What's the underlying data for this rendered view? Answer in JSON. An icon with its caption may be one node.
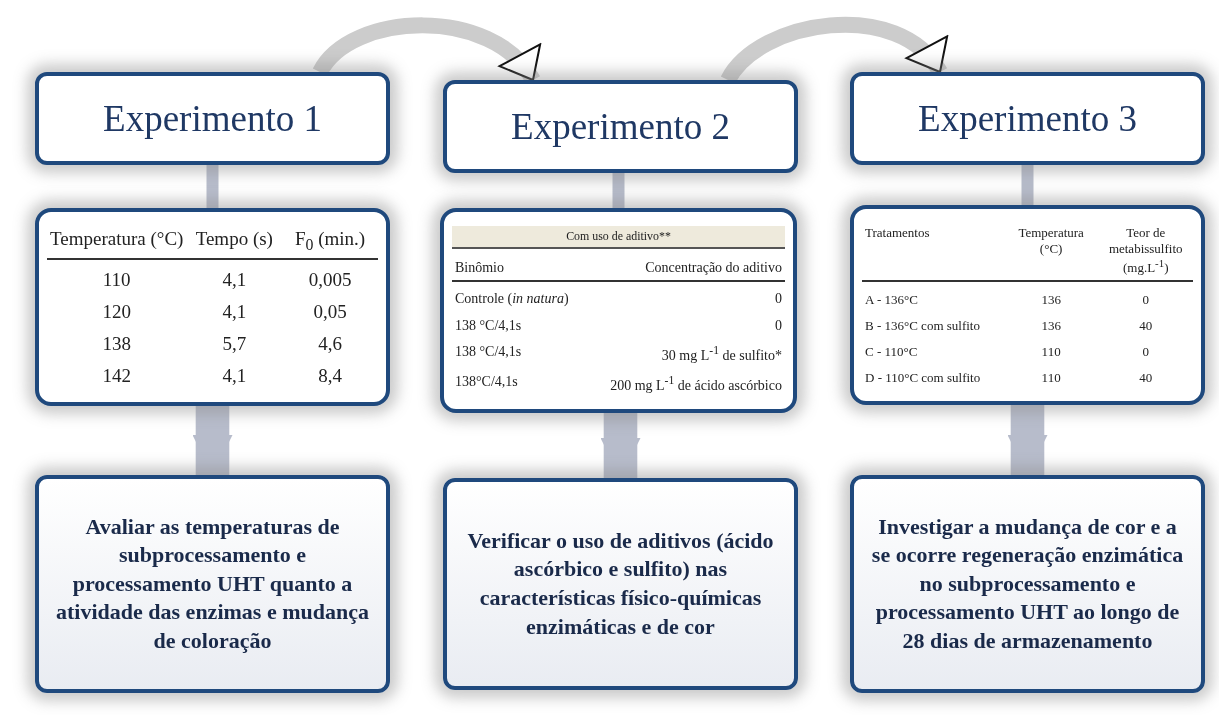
{
  "diagram": {
    "nodes": [
      {
        "text": [
          "Experimento 1"
        ]
      },
      {
        "text": [
          "Experimento 2"
        ]
      },
      {
        "text": [
          "Experimento 3"
        ]
      },
      {
        "text": [
          "Temperatura (°C)",
          "Tempo (s)",
          "F$_{0}$ (min.)",
          "110",
          "4,1",
          "0,005",
          "120",
          "4,1",
          "0,05",
          "138",
          "5,7",
          "4,6",
          "142",
          "4,1",
          "8,4"
        ]
      },
      {
        "text": [
          "Com uso de aditivo**",
          "Binômio",
          "Concentração do aditivo",
          "Controle (*in natura*)",
          "0",
          "138 °C/4,1s",
          "0",
          "138 °C/4,1s",
          "30 mg L$^{-1}$ de sulfito*",
          "138°C/4,1s",
          "200 mg L$^{-1}$ de ácido ascórbico"
        ]
      },
      {
        "text": [
          "Tratamentos",
          "Temperatura (°C)",
          "Teor de metabissulfito (mg.L$^{-1}$)",
          "A - 136°C",
          "136",
          "0",
          "B - 136°C com sulfito",
          "136",
          "40",
          "C - 110°C",
          "110",
          "0",
          "D - 110°C com sulfito",
          "110",
          "40"
        ]
      },
      {
        "text": [
          "Avaliar as temperaturas de subprocessamento e processamento UHT quanto a atividade das enzimas e mudança de coloração"
        ]
      },
      {
        "text": [
          "Verificar o uso de aditivos (ácido ascórbico e sulfito) nas características físico-químicas enzimáticas e de cor"
        ]
      },
      {
        "text": [
          "Investigar a mudança de cor e a se ocorre regeneração enzimática no subprocessamento e processamento UHT ao longo de 28 dias de armazenamento"
        ]
      }
    ],
    "edges": [
      {
        "from": 0,
        "to": 1,
        "arrow": "to"
      },
      {
        "from": 1,
        "to": 2,
        "arrow": "to"
      },
      {
        "from": 0,
        "to": 3,
        "arrow": "none"
      },
      {
        "from": 1,
        "to": 4,
        "arrow": "none"
      },
      {
        "from": 2,
        "to": 5,
        "arrow": "none"
      },
      {
        "from": 3,
        "to": 6,
        "arrow": "to",
        "style": "thick"
      },
      {
        "from": 4,
        "to": 7,
        "arrow": "to",
        "style": "thick"
      },
      {
        "from": 5,
        "to": 8,
        "arrow": "to",
        "style": "thick"
      }
    ]
  }
}
